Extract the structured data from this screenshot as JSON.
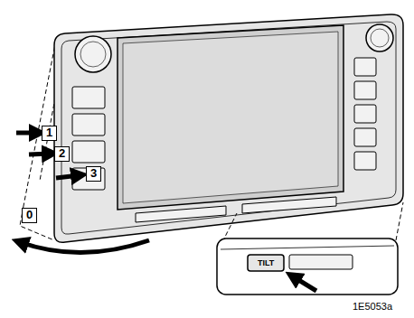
{
  "diagram": {
    "labels": [
      "1",
      "2",
      "3",
      "0",
      "TILT",
      "1E5053a"
    ]
  }
}
